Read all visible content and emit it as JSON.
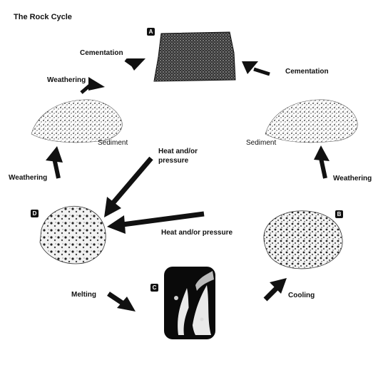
{
  "title": "The Rock Cycle",
  "badges": {
    "a": "A",
    "b": "B",
    "c": "C",
    "d": "D"
  },
  "labels": {
    "cementation_left": "Cementation",
    "cementation_right": "Cementation",
    "weathering_upper": "Weathering",
    "weathering_lower_left": "Weathering",
    "weathering_right": "Weathering",
    "sediment_left": "Sediment",
    "sediment_right": "Sediment",
    "heat_pressure_line1": "Heat and/or",
    "heat_pressure_line2": "pressure",
    "heat_pressure_lower": "Heat and/or pressure",
    "melting": "Melting",
    "cooling": "Cooling"
  },
  "colors": {
    "ink": "#111111",
    "paper": "#ffffff"
  }
}
